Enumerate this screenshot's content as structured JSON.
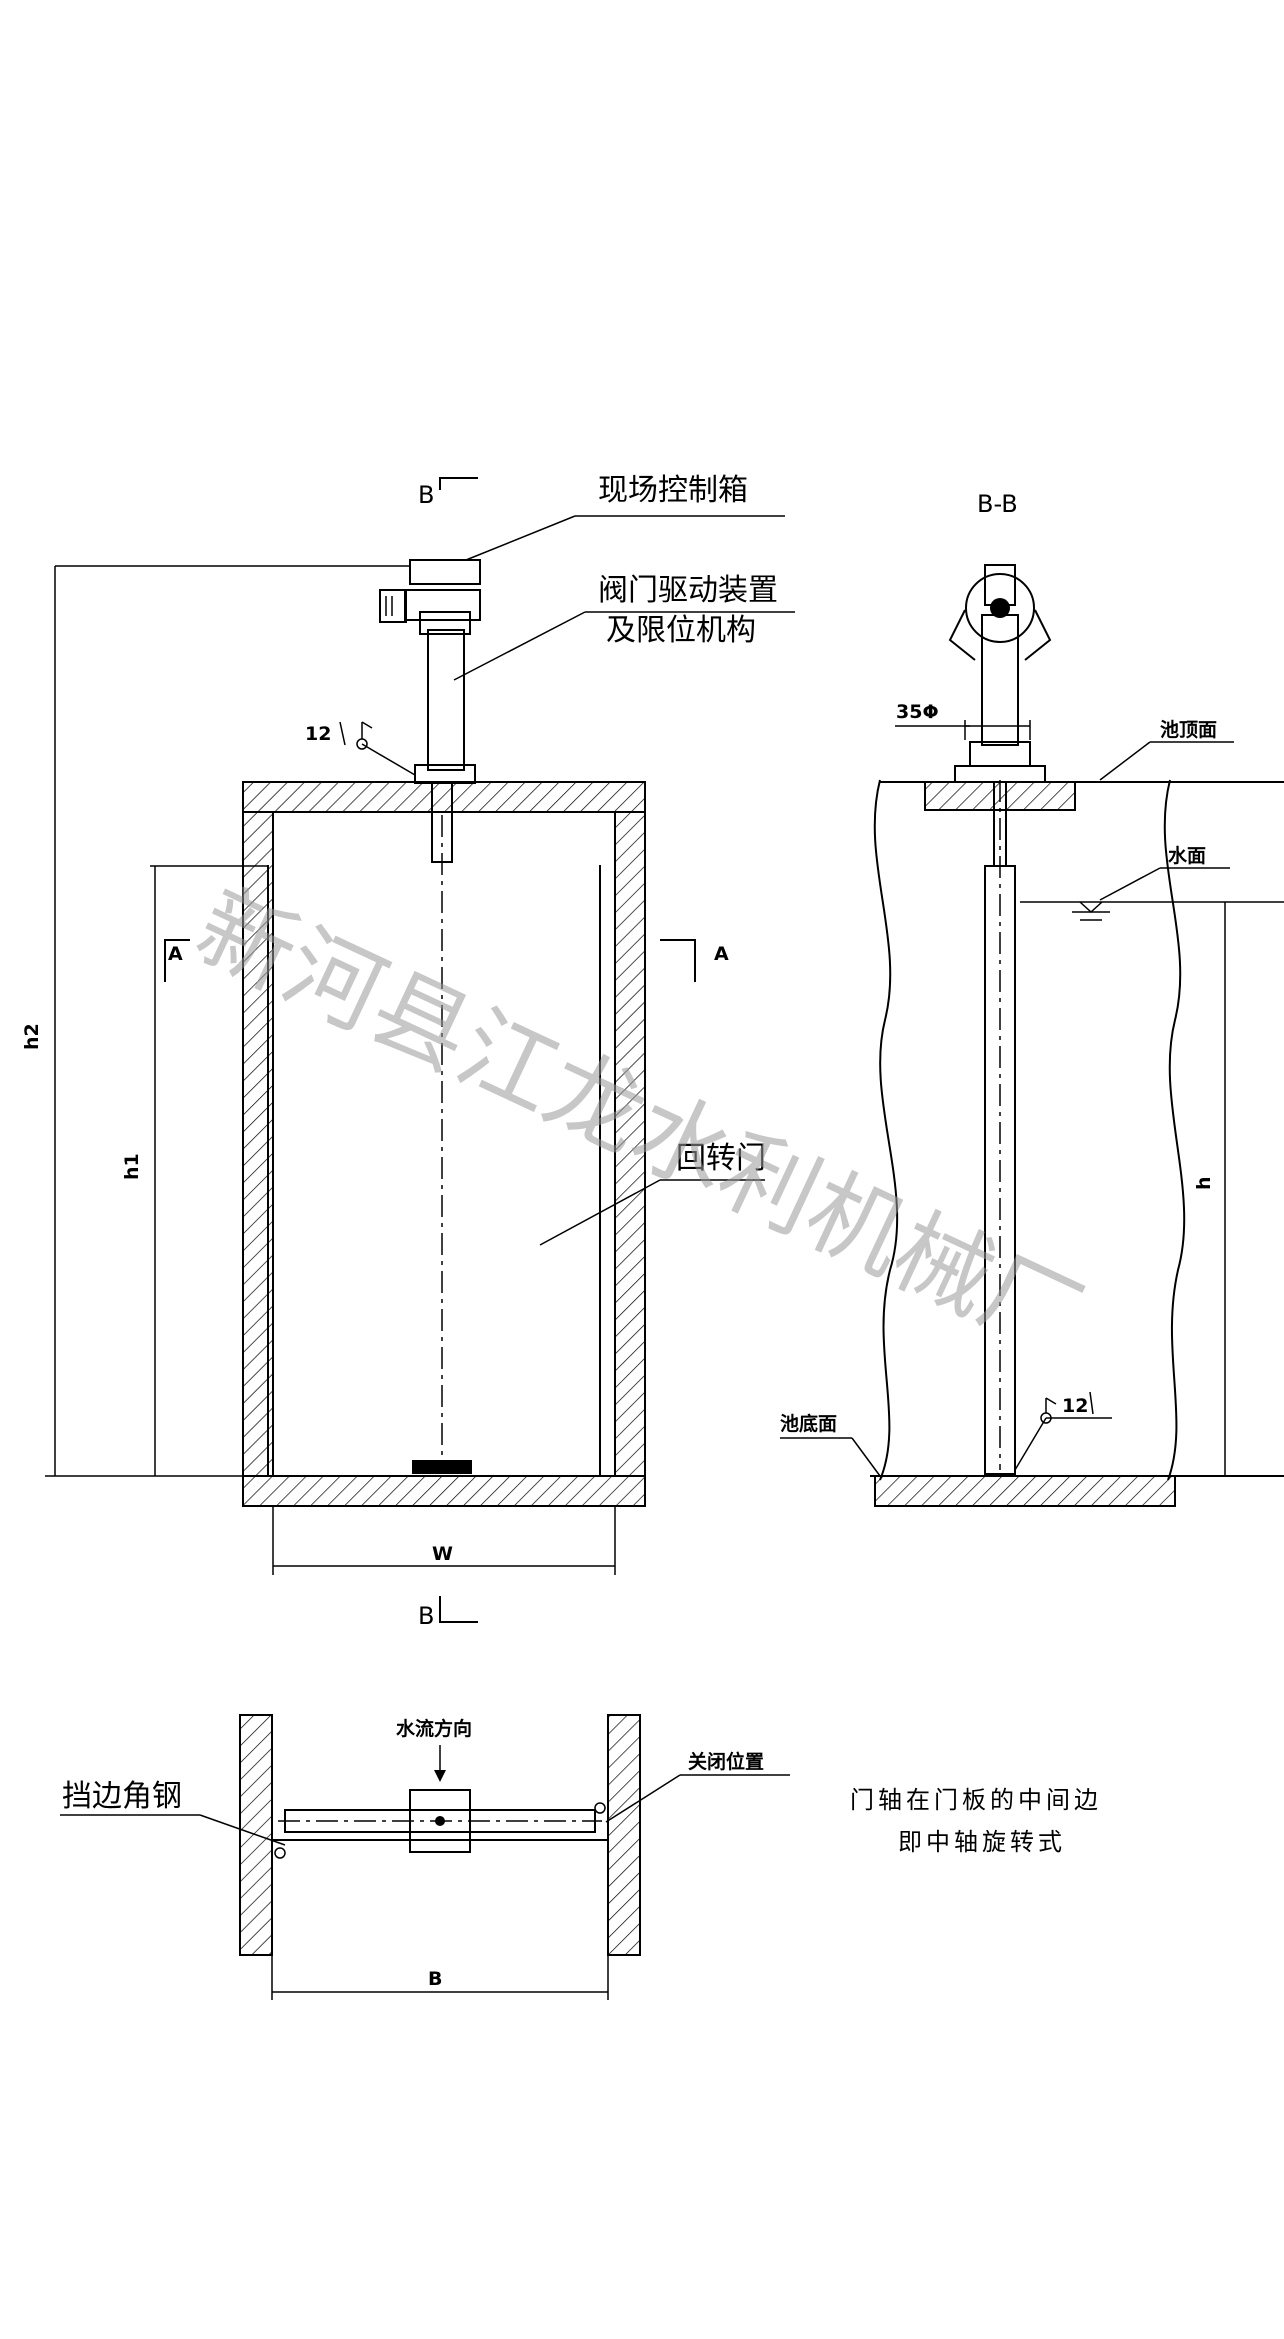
{
  "front_view": {
    "section_mark_top": "B",
    "section_mark_bottom": "B",
    "section_a_left": "A",
    "section_a_right": "A",
    "label_control_box": "现场控制箱",
    "label_drive_line1": "阀门驱动装置",
    "label_drive_line2": "及限位机构",
    "label_rotary_gate": "回转门",
    "elev_top": "12",
    "dim_h2": "h2",
    "dim_h1": "h1",
    "dim_w": "W"
  },
  "section_view": {
    "title": "B-B",
    "dim_35": "35Φ",
    "label_pool_top": "池顶面",
    "label_water_surface": "水面",
    "label_pool_bottom": "池底面",
    "dim_h": "h",
    "elev_bottom": "12"
  },
  "plan_view": {
    "label_flow_direction": "水流方向",
    "label_closed_position": "关闭位置",
    "label_stop_angle_steel": "挡边角钢",
    "dim_b": "B"
  },
  "note": {
    "line1": "门轴在门板的中间边",
    "line2": "即中轴旋转式"
  },
  "watermark": "新河县江龙水利机械厂"
}
